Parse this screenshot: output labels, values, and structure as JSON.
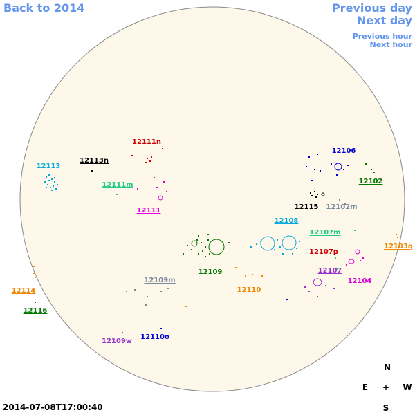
{
  "nav": {
    "back": "Back to 2014",
    "previous_day": "Previous day",
    "next_day": "Next day",
    "previous_hour": "Previous hour",
    "next_hour": "Next hour"
  },
  "timestamp": "2014-07-08T17:00:40",
  "colors": {
    "disk_fill": "#fdf8ea",
    "disk_stroke": "#888888",
    "nav": "#6495ed"
  },
  "compass": {
    "north": "N",
    "south": "S",
    "east": "E",
    "west": "W",
    "center": "+"
  },
  "regions": [
    {
      "label": "12111n",
      "color": "#cc0000"
    },
    {
      "label": "12113n",
      "color": "#000000"
    },
    {
      "label": "12113",
      "color": "#00aadd"
    },
    {
      "label": "12111m",
      "color": "#22cc88"
    },
    {
      "label": "12111",
      "color": "#dd00dd"
    },
    {
      "label": "12106",
      "color": "#0000cc"
    },
    {
      "label": "12102",
      "color": "#007700"
    },
    {
      "label": "12115",
      "color": "#000000"
    },
    {
      "label": "12102m",
      "color": "#778899"
    },
    {
      "label": "12108",
      "color": "#00aadd"
    },
    {
      "label": "12107m",
      "color": "#22cc88"
    },
    {
      "label": "12107p",
      "color": "#cc0000"
    },
    {
      "label": "12103q",
      "color": "#ee8800"
    },
    {
      "label": "12109",
      "color": "#007700"
    },
    {
      "label": "12110",
      "color": "#ee8800"
    },
    {
      "label": "12107",
      "color": "#9933cc"
    },
    {
      "label": "12104",
      "color": "#dd00dd"
    },
    {
      "label": "12109m",
      "color": "#778899"
    },
    {
      "label": "12114",
      "color": "#ee8800"
    },
    {
      "label": "12116",
      "color": "#007700"
    },
    {
      "label": "12110o",
      "color": "#0000cc"
    },
    {
      "label": "12109w",
      "color": "#9933cc"
    }
  ]
}
